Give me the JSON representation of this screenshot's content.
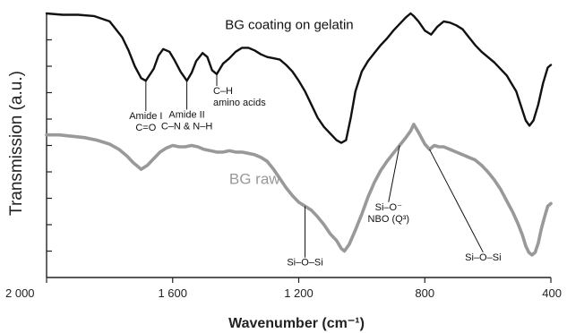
{
  "chart_data": {
    "type": "line",
    "xlabel": "Wavenumber (cm⁻¹)",
    "ylabel": "Transmission (a.u.)",
    "xlim": [
      2000,
      400
    ],
    "ylim": [
      0,
      10
    ],
    "x_ticks": [
      {
        "value": 2000,
        "label": "2 000"
      },
      {
        "value": 1600,
        "label": "1 600"
      },
      {
        "value": 1200,
        "label": "1 200"
      },
      {
        "value": 800,
        "label": "800"
      },
      {
        "value": 400,
        "label": "400"
      }
    ],
    "y_ticks": [
      1,
      2,
      3,
      4,
      5,
      6,
      7,
      8,
      9
    ],
    "grid": false,
    "legend": "none",
    "series": [
      {
        "name": "BG coating on gelatin",
        "color": "#111111",
        "x": [
          2000,
          1950,
          1900,
          1850,
          1800,
          1780,
          1760,
          1740,
          1720,
          1700,
          1685,
          1660,
          1645,
          1630,
          1610,
          1595,
          1575,
          1555,
          1540,
          1525,
          1505,
          1490,
          1475,
          1460,
          1440,
          1420,
          1400,
          1380,
          1360,
          1340,
          1320,
          1300,
          1280,
          1260,
          1240,
          1220,
          1200,
          1180,
          1160,
          1140,
          1120,
          1100,
          1080,
          1065,
          1050,
          1035,
          1020,
          1000,
          980,
          960,
          940,
          920,
          900,
          880,
          860,
          845,
          835,
          820,
          800,
          780,
          760,
          740,
          720,
          700,
          680,
          660,
          640,
          620,
          600,
          580,
          560,
          540,
          525,
          510,
          495,
          480,
          468,
          455,
          440,
          425,
          410,
          400
        ],
        "y": [
          10,
          9.95,
          9.95,
          9.9,
          9.7,
          9.4,
          9.1,
          8.6,
          8.0,
          7.55,
          7.45,
          7.9,
          8.4,
          8.65,
          8.55,
          8.25,
          7.8,
          7.45,
          7.75,
          8.2,
          8.5,
          8.35,
          7.85,
          7.7,
          8.1,
          8.3,
          8.55,
          8.7,
          8.7,
          8.6,
          8.45,
          8.35,
          8.3,
          8.25,
          8.05,
          7.8,
          7.45,
          7.05,
          6.55,
          6.05,
          5.7,
          5.45,
          5.2,
          5.1,
          5.2,
          6.05,
          7.05,
          7.8,
          8.2,
          8.5,
          8.8,
          9.05,
          9.35,
          9.6,
          9.85,
          10.0,
          9.9,
          9.7,
          9.35,
          9.2,
          9.5,
          9.7,
          9.65,
          9.55,
          9.4,
          9.1,
          8.8,
          8.55,
          8.35,
          8.15,
          7.9,
          7.65,
          7.35,
          7.05,
          6.5,
          5.95,
          5.75,
          5.95,
          6.55,
          7.35,
          7.95,
          8.05
        ]
      },
      {
        "name": "BG raw",
        "color": "#999999",
        "x": [
          2000,
          1960,
          1920,
          1880,
          1840,
          1800,
          1770,
          1745,
          1725,
          1700,
          1680,
          1660,
          1640,
          1620,
          1600,
          1580,
          1560,
          1540,
          1520,
          1500,
          1480,
          1460,
          1440,
          1420,
          1400,
          1380,
          1360,
          1340,
          1320,
          1300,
          1280,
          1260,
          1240,
          1220,
          1200,
          1180,
          1160,
          1140,
          1120,
          1100,
          1080,
          1065,
          1055,
          1040,
          1020,
          1000,
          980,
          960,
          940,
          920,
          900,
          880,
          860,
          845,
          835,
          820,
          800,
          785,
          770,
          755,
          740,
          720,
          700,
          680,
          660,
          640,
          620,
          600,
          580,
          560,
          540,
          520,
          505,
          490,
          480,
          470,
          460,
          450,
          440,
          430,
          420,
          410,
          400
        ],
        "y": [
          5.4,
          5.4,
          5.35,
          5.3,
          5.2,
          5.05,
          4.85,
          4.6,
          4.35,
          4.1,
          4.25,
          4.5,
          4.75,
          4.9,
          5.0,
          4.95,
          4.95,
          5.0,
          4.95,
          4.85,
          4.8,
          4.75,
          4.75,
          4.8,
          4.75,
          4.75,
          4.7,
          4.65,
          4.55,
          4.4,
          4.1,
          3.75,
          3.4,
          3.1,
          2.85,
          2.7,
          2.55,
          2.3,
          2.0,
          1.65,
          1.4,
          1.1,
          1.0,
          1.25,
          1.8,
          2.4,
          3.05,
          3.6,
          4.05,
          4.4,
          4.7,
          5.0,
          5.3,
          5.55,
          5.8,
          5.5,
          5.05,
          4.85,
          5.0,
          4.95,
          4.95,
          4.85,
          4.75,
          4.65,
          4.55,
          4.45,
          4.25,
          4.0,
          3.7,
          3.35,
          2.9,
          2.45,
          2.05,
          1.6,
          1.2,
          0.95,
          0.85,
          0.95,
          1.3,
          1.85,
          2.3,
          2.7,
          2.8
        ]
      }
    ],
    "labels": [
      {
        "text": "BG coating on gelatin",
        "x": 1230,
        "y": 9.4,
        "size": 15,
        "color": "#111111"
      },
      {
        "text": "BG raw",
        "x": 1340,
        "y": 3.55,
        "size": 17,
        "color": "#999999"
      }
    ],
    "annotations": [
      {
        "lines": [
          "Amide I",
          "C=O"
        ],
        "x": 1685,
        "y": 7.45,
        "tx": 1685,
        "ty": 6.0,
        "anchor": "middle"
      },
      {
        "lines": [
          "Amide II",
          "C–N & N–H"
        ],
        "x": 1555,
        "y": 7.45,
        "tx": 1555,
        "ty": 6.05,
        "anchor": "middle"
      },
      {
        "lines": [
          "C–H",
          "amino acids"
        ],
        "x": 1460,
        "y": 7.7,
        "tx": 1460,
        "ty": 6.95,
        "anchor": "start"
      },
      {
        "lines": [
          "Si–O–Si"
        ],
        "x": 1180,
        "y": 2.7,
        "tx": 1180,
        "ty": 0.45,
        "anchor": "middle"
      },
      {
        "lines": [
          "Si–O⁻",
          "NBO (Q³)"
        ],
        "x": 880,
        "y": 5.0,
        "tx": 915,
        "ty": 2.55,
        "anchor": "middle"
      },
      {
        "lines": [
          "Si–O–Si"
        ],
        "x": 785,
        "y": 4.85,
        "tx": 615,
        "ty": 0.65,
        "anchor": "middle"
      }
    ]
  }
}
